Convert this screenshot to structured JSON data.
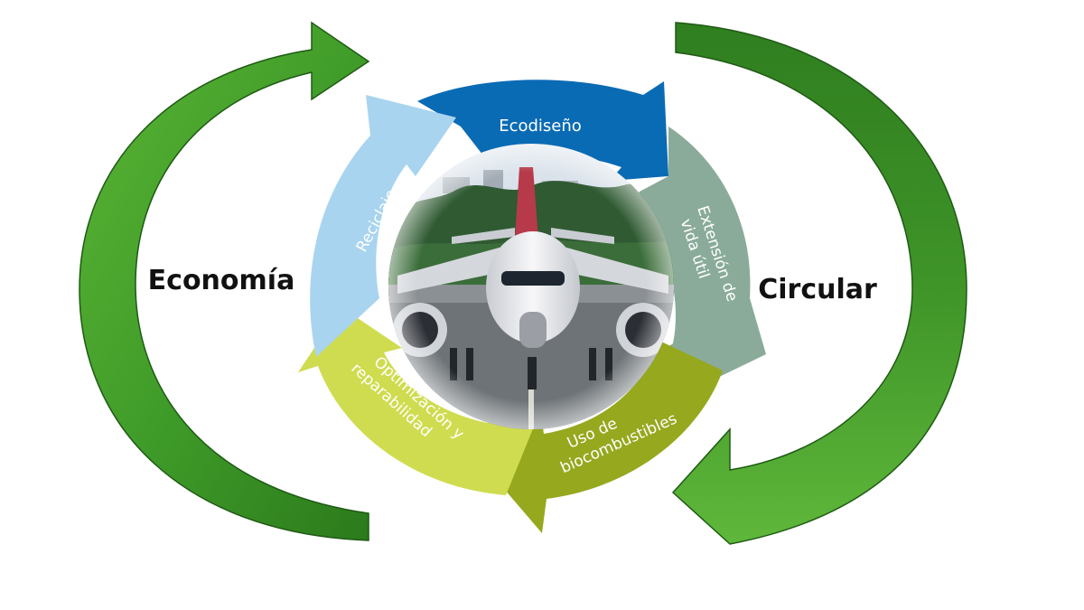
{
  "labels": {
    "left": "Economía",
    "right": "Circular"
  },
  "cycle": [
    {
      "id": "ecodiseno",
      "label": "Ecodiseño",
      "color": "#0a6bb5"
    },
    {
      "id": "extension",
      "line1": "Extensión de",
      "line2": "vida útil",
      "color": "#8aab9a"
    },
    {
      "id": "biocombustibles",
      "line1": "Uso de",
      "line2": "biocombustibles",
      "color": "#96a81e"
    },
    {
      "id": "optimizacion",
      "line1": "Optimización y",
      "line2": "reparabilidad",
      "color": "#cfdc50"
    },
    {
      "id": "reciclaje",
      "label": "Reciclaje",
      "color": "#a9d4ef"
    }
  ],
  "colors": {
    "big_arrow_dark": "#2f7a1f",
    "big_arrow_light": "#6abd3a",
    "sky": "#c9d6e2",
    "trees": "#2f5a32",
    "runway": "#6d7377"
  }
}
